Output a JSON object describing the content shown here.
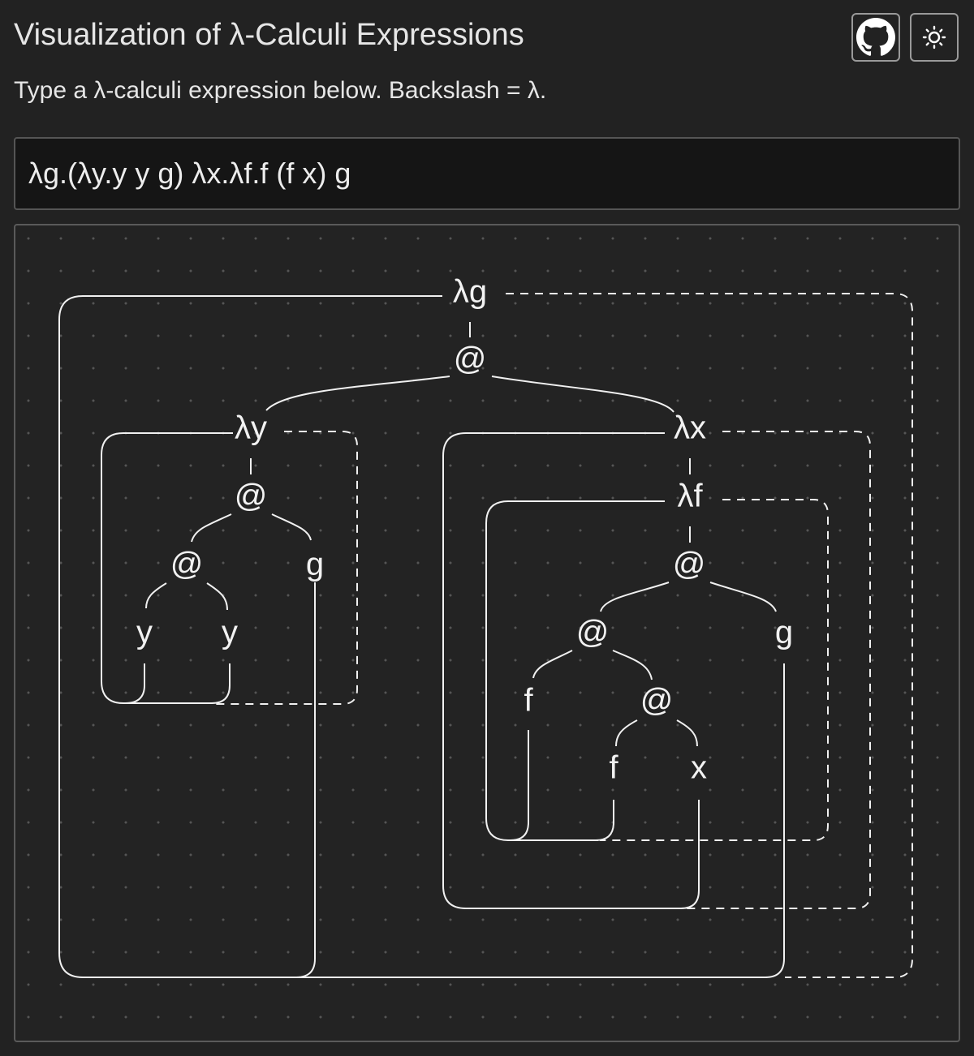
{
  "header": {
    "title": "Visualization of λ-Calculi Expressions",
    "subtitle": "Type a λ-calculi expression below. Backslash = λ.",
    "github_icon": "github-icon",
    "theme_icon": "sun-icon"
  },
  "editor": {
    "expression": "λg.(λy.y y g) λx.λf.f (f x) g"
  },
  "tree": {
    "nodes": [
      {
        "id": "root",
        "label": "λg"
      },
      {
        "id": "app1",
        "label": "@"
      },
      {
        "id": "lam-y",
        "label": "λy"
      },
      {
        "id": "app-y",
        "label": "@"
      },
      {
        "id": "app-yy",
        "label": "@"
      },
      {
        "id": "var-y1",
        "label": "y"
      },
      {
        "id": "var-y2",
        "label": "y"
      },
      {
        "id": "var-g1",
        "label": "g"
      },
      {
        "id": "lam-x",
        "label": "λx"
      },
      {
        "id": "lam-f",
        "label": "λf"
      },
      {
        "id": "app-f",
        "label": "@"
      },
      {
        "id": "app-f2",
        "label": "@"
      },
      {
        "id": "var-g2",
        "label": "g"
      },
      {
        "id": "var-f1",
        "label": "f"
      },
      {
        "id": "app-f3",
        "label": "@"
      },
      {
        "id": "var-f2",
        "label": "f"
      },
      {
        "id": "var-x",
        "label": "x"
      }
    ]
  }
}
